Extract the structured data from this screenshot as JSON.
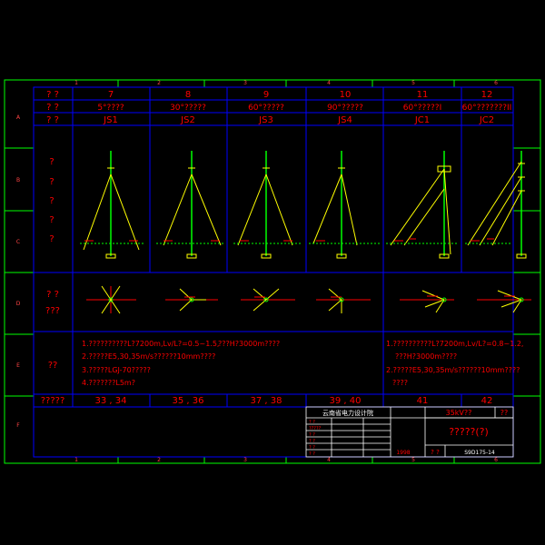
{
  "colors": {
    "background": "#000000",
    "frame": "#00ff00",
    "grid": "#0000ff",
    "header_text": "#ff0000",
    "structure": "#ffff00",
    "accent": "#ff0000",
    "pole": "#00ff00",
    "title_text": "#ffffff"
  },
  "border": {
    "col_marks_top": [
      "1",
      "2",
      "3",
      "4",
      "5",
      "6"
    ],
    "col_marks_bottom": [
      "1",
      "2",
      "3",
      "4",
      "5",
      "6"
    ],
    "row_marks": [
      "A",
      "B",
      "C",
      "D",
      "E",
      "F"
    ]
  },
  "table": {
    "row_labels": [
      "? ?",
      "? ?",
      "? ?"
    ],
    "numbers": [
      "7",
      "8",
      "9",
      "10",
      "11",
      "12"
    ],
    "angles": [
      "5°????",
      "30°?????",
      "60°?????",
      "90°?????",
      "60°?????I",
      "60°???????II"
    ],
    "codes": [
      "JS1",
      "JS2",
      "JS3",
      "JS4",
      "JC1",
      "JC2"
    ],
    "elevation_label": [
      "?",
      "?",
      "?",
      "?",
      "?"
    ],
    "plan_label": [
      "? ?",
      "???"
    ],
    "notes_label": "??",
    "page_label": "?????",
    "pages": [
      "33 , 34",
      "35 , 36",
      "37 , 38",
      "39 , 40",
      "41",
      "42"
    ]
  },
  "notes": {
    "left": [
      "1.??????????L?7200m,Lv/L?=0.5~1.5,",
      "???H?3000m????",
      "2.?????E5,30,35m/s??????10mm????",
      "3.?????LGJ-70?????",
      "4.???????L5m?"
    ],
    "right": [
      "1.??????????L?7200m,Lv/L?=0.8~1.2,",
      "???H?3000m????",
      "2.?????E5,30,35m/s??????10mm????",
      "????"
    ]
  },
  "title_block": {
    "company": "云南省电力设计院",
    "voltage": "35kV??",
    "sheet_no": "??",
    "drawing_title": "?????(?)",
    "scale_label": "? ?",
    "drawing_no": "S9D175-14",
    "date": "1998",
    "sign_labels": [
      "? ?",
      "?????",
      "? ?",
      "? ?",
      "? ?",
      "? ?"
    ]
  }
}
